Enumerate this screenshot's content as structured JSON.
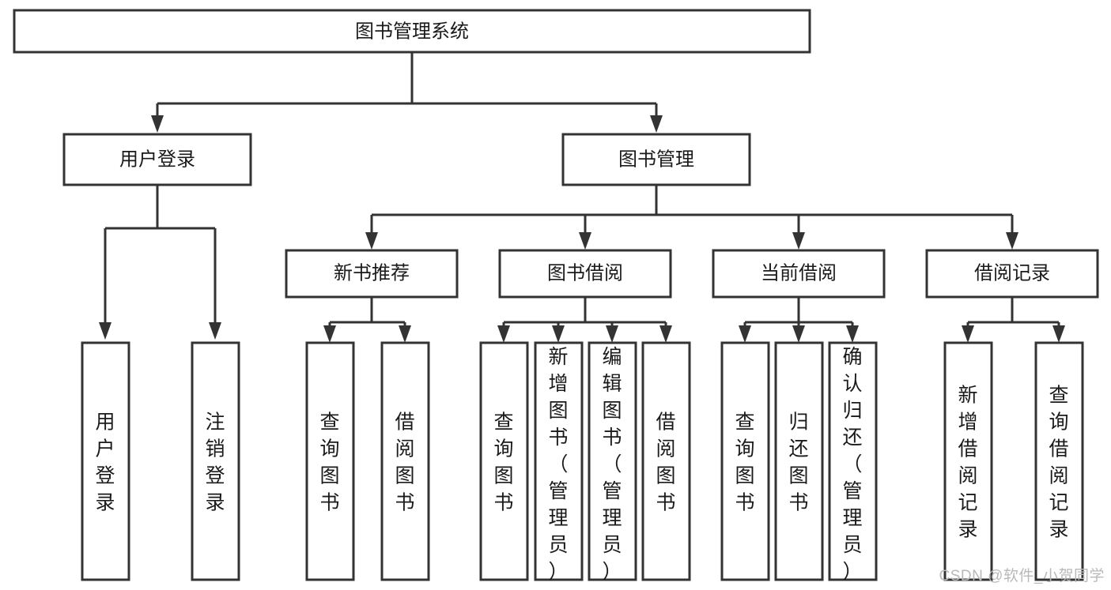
{
  "diagram": {
    "type": "hierarchy-tree",
    "title": "图书管理系统",
    "watermark": "CSDN @软件_小贺同学",
    "colors": {
      "box_stroke": "#333333",
      "box_fill": "#ffffff",
      "text": "#1a1a1a",
      "watermark": "#b9b9b9",
      "background": "#ffffff"
    },
    "levels": {
      "root": "图书管理系统",
      "level2": [
        "用户登录",
        "图书管理"
      ],
      "level3": [
        "新书推荐",
        "图书借阅",
        "当前借阅",
        "借阅记录"
      ],
      "level4_groups": [
        {
          "parent": "用户登录",
          "children": [
            "用户登录",
            "注销登录"
          ]
        },
        {
          "parent": "新书推荐",
          "children": [
            "查询图书",
            "借阅图书"
          ]
        },
        {
          "parent": "图书借阅",
          "children": [
            "查询图书",
            "新增图书（管理员）",
            "编辑图书（管理员）",
            "借阅图书"
          ]
        },
        {
          "parent": "当前借阅",
          "children": [
            "查询图书",
            "归还图书",
            "确认归还（管理员）"
          ]
        },
        {
          "parent": "借阅记录",
          "children": [
            "新增借阅记录",
            "查询借阅记录"
          ]
        }
      ]
    },
    "nodes": {
      "root": {
        "label": "图书管理系统"
      },
      "user_login": {
        "label": "用户登录"
      },
      "book_manage": {
        "label": "图书管理"
      },
      "new_book_rec": {
        "label": "新书推荐"
      },
      "book_borrow": {
        "label": "图书借阅"
      },
      "current_borrow": {
        "label": "当前借阅"
      },
      "borrow_record": {
        "label": "借阅记录"
      },
      "leaf_user_login": {
        "label": "用户登录"
      },
      "leaf_user_logout": {
        "label": "注销登录"
      },
      "leaf_nbr_query": {
        "label": "查询图书"
      },
      "leaf_nbr_borrow": {
        "label": "借阅图书"
      },
      "leaf_bb_query": {
        "label": "查询图书"
      },
      "leaf_bb_add": {
        "label": "新增图书（管理员）"
      },
      "leaf_bb_edit": {
        "label": "编辑图书（管理员）"
      },
      "leaf_bb_borrow": {
        "label": "借阅图书"
      },
      "leaf_cb_query": {
        "label": "查询图书"
      },
      "leaf_cb_return": {
        "label": "归还图书"
      },
      "leaf_cb_confirm": {
        "label": "确认归还（管理员）"
      },
      "leaf_br_add": {
        "label": "新增借阅记录"
      },
      "leaf_br_query": {
        "label": "查询借阅记录"
      }
    }
  }
}
